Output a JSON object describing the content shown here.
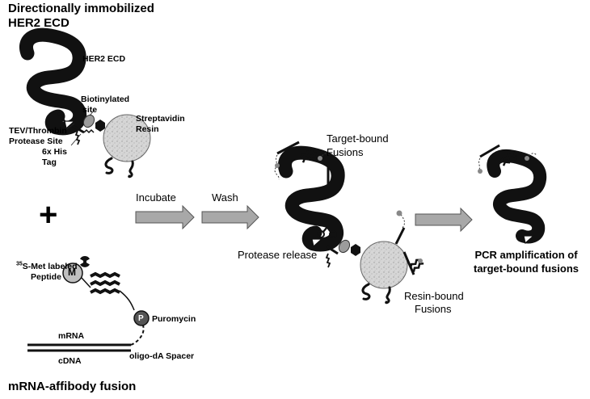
{
  "titles": {
    "top_line1": "Directionally immobilized",
    "top_line2": "HER2 ECD",
    "bottom": "mRNA-affibody fusion"
  },
  "top_panel": {
    "her2_ecd": "HER2 ECD",
    "biotinylated_line1": "Biotinylated",
    "biotinylated_line2": "site",
    "streptavidin_line1": "Streptavidin",
    "streptavidin_line2": "Resin",
    "protease_line1": "TEV/Thrombin",
    "protease_line2": "Protease Site",
    "his_line1": "6x His",
    "his_line2": "Tag"
  },
  "plus_sign": "+",
  "steps": {
    "incubate": "Incubate",
    "wash": "Wash"
  },
  "middle_panel": {
    "target_bound_line1": "Target-bound",
    "target_bound_line2": "Fusions",
    "protease_release": "Protease release",
    "resin_bound_line1": "Resin-bound",
    "resin_bound_line2": "Fusions"
  },
  "right_panel": {
    "pcr_line1": "PCR amplification of",
    "pcr_line2": "target-bound fusions"
  },
  "fusion_panel": {
    "met_sup": "35",
    "met_text": "S-Met labeled",
    "peptide": "Peptide",
    "m_letter": "M",
    "p_letter": "P",
    "puromycin": "Puromycin",
    "mrna": "mRNA",
    "cdna": "cDNA",
    "spacer": "oligo-dA Spacer"
  },
  "colors": {
    "protein": "#111111",
    "arrow_fill": "#a8a8a8",
    "arrow_stroke": "#555555",
    "resin": "#d2d2d2",
    "bead": "#bfbfbf"
  }
}
